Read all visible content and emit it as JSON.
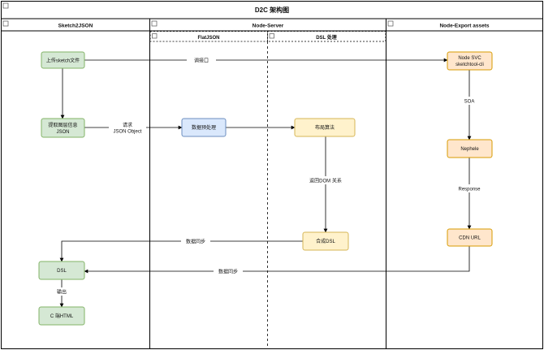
{
  "title": "D2C 架构图",
  "lanes": {
    "sketch2json": "Sketch2JSON",
    "node_server": "Node-Server",
    "flatjson": "FlatJSON",
    "dsl_process": "DSL 处理",
    "node_export": "Node-Export assets"
  },
  "nodes": {
    "upload_sketch": "上传sketch文件",
    "extract_layer_line1": "提取图层信息",
    "extract_layer_line2": "JSON",
    "data_preprocess": "数据预处理",
    "layout_algo": "布局算法",
    "compose_dsl": "合成DSL",
    "dsl": "DSL",
    "c_html": "C 端HTML",
    "node_svc_line1": "Node SVC",
    "node_svc_line2": "sketchtool-cli",
    "nephele": "Nephele",
    "cdn_url": "CDN URL"
  },
  "edges": {
    "call_api": "调接口",
    "request_line1": "请求",
    "request_line2": "JSON Object",
    "return_dom": "返回DOM 关系",
    "sync_data_1": "数据同步",
    "sync_data_2": "数据同步",
    "output": "输出",
    "soa": "SOA",
    "response": "Response"
  },
  "colors": {
    "green_fill": "#d5e8d4",
    "green_stroke": "#82b366",
    "blue_fill": "#dae8fc",
    "blue_stroke": "#6c8ebf",
    "yellow_fill": "#fff2cc",
    "yellow_stroke": "#d6b656",
    "orange_fill": "#ffe6cc",
    "orange_stroke": "#d79b00",
    "line": "#000000"
  }
}
